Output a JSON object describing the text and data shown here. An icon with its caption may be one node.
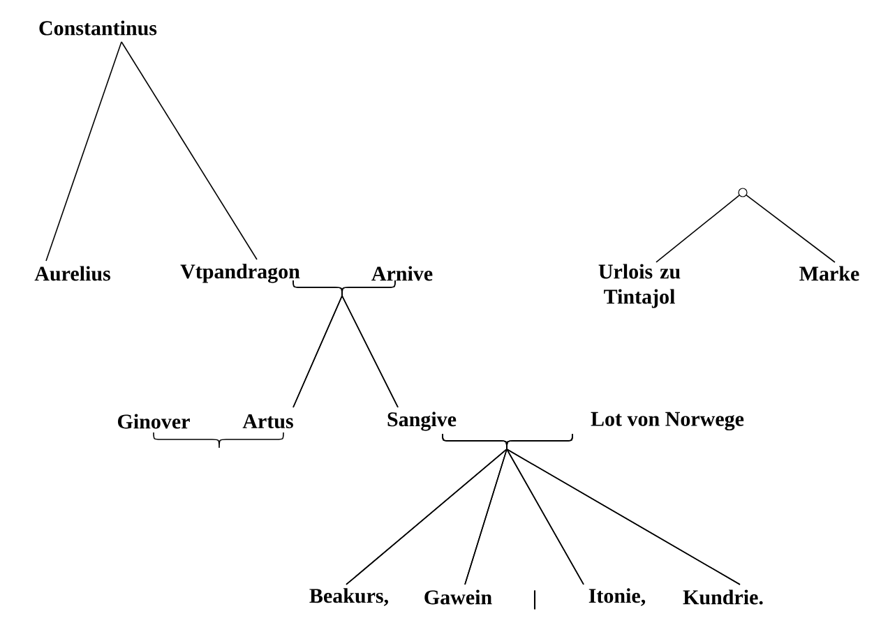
{
  "diagram": {
    "nodes": [
      {
        "text": [
          "Constantinus"
        ]
      },
      {
        "text": [],
        "shape": "circle"
      },
      {
        "text": [
          "Aurelius"
        ]
      },
      {
        "text": [
          "Vtpandragon"
        ]
      },
      {
        "text": [
          "Arnive"
        ]
      },
      {
        "text": [
          "Urlois zu Tintajol"
        ]
      },
      {
        "text": [
          "Marke"
        ]
      },
      {
        "text": [
          "Ginover"
        ]
      },
      {
        "text": [
          "Artus"
        ]
      },
      {
        "text": [
          "Sangive"
        ]
      },
      {
        "text": [
          "Lot von Norwege"
        ]
      },
      {
        "text": [
          "Beakurs,"
        ]
      },
      {
        "text": [
          "Gawein"
        ]
      },
      {
        "text": [
          "Itonie,"
        ]
      },
      {
        "text": [
          "Kundrie."
        ]
      }
    ],
    "edges": [
      {
        "from": 0,
        "to": 2,
        "arrow": "none"
      },
      {
        "from": 0,
        "to": 3,
        "arrow": "none"
      },
      {
        "from": 1,
        "to": 5,
        "arrow": "none"
      },
      {
        "from": 1,
        "to": 6,
        "arrow": "none"
      },
      {
        "from": 3,
        "to": 8,
        "arrow": "none"
      },
      {
        "from": 4,
        "to": 8,
        "arrow": "none"
      },
      {
        "from": 3,
        "to": 9,
        "arrow": "none"
      },
      {
        "from": 4,
        "to": 9,
        "arrow": "none"
      },
      {
        "from": 7,
        "to": 8,
        "arrow": "none"
      },
      {
        "from": 9,
        "to": 11,
        "arrow": "none"
      },
      {
        "from": 10,
        "to": 11,
        "arrow": "none"
      },
      {
        "from": 9,
        "to": 12,
        "arrow": "none"
      },
      {
        "from": 10,
        "to": 12,
        "arrow": "none"
      },
      {
        "from": 9,
        "to": 13,
        "arrow": "none"
      },
      {
        "from": 10,
        "to": 13,
        "arrow": "none"
      },
      {
        "from": 9,
        "to": 14,
        "arrow": "none"
      },
      {
        "from": 10,
        "to": 14,
        "arrow": "none"
      }
    ],
    "labels": [
      "|"
    ]
  }
}
